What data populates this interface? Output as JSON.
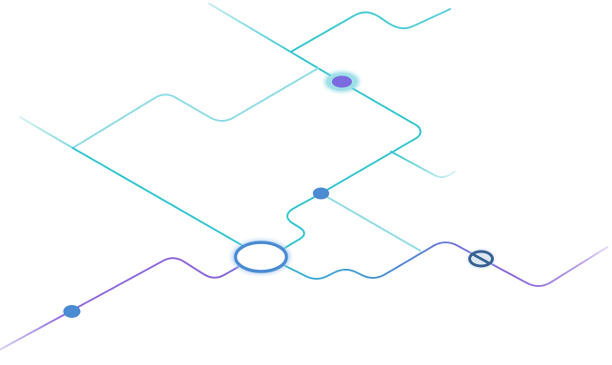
{
  "illustration": {
    "colors": {
      "teal": "#2ec4cf",
      "teal_light": "#8ddbe3",
      "blue": "#4a8bd2",
      "purple": "#8a62d8",
      "lavender": "#c8b6ee",
      "node_glow": "#7fd2df",
      "node_core": "#7b6ae0",
      "node_dark": "#355f92"
    },
    "nodes": [
      {
        "name": "top-hub-node",
        "icon": "glowing-ring-node"
      },
      {
        "name": "junction-node-center",
        "icon": "dot-node"
      },
      {
        "name": "large-ring-node",
        "icon": "ring-node"
      },
      {
        "name": "disabled-node",
        "icon": "slashed-ring-node"
      },
      {
        "name": "bottom-left-node",
        "icon": "dot-node"
      }
    ]
  }
}
